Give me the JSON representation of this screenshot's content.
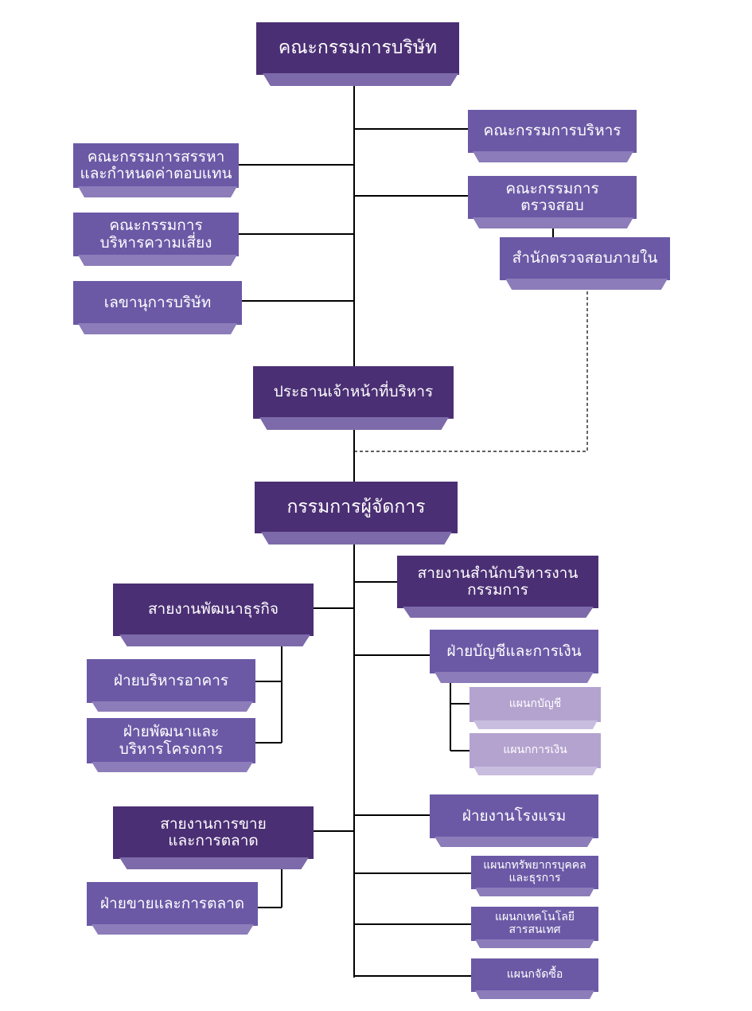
{
  "colors": {
    "dark": "#4b2f74",
    "mid": "#6b59a6",
    "light": "#b4a3cf",
    "line": "#000000"
  },
  "nodes": {
    "board": "คณะกรรมการบริษัท",
    "executive_committee": "คณะกรรมการบริหาร",
    "nomination_committee": "คณะกรรมการสรรหา\nและกำหนดค่าตอบแทน",
    "audit_committee": "คณะกรรมการ\nตรวจสอบ",
    "internal_audit": "สำนักตรวจสอบภายใน",
    "risk_committee": "คณะกรรมการ\nบริหารความเสี่ยง",
    "secretary": "เลขานุการบริษัท",
    "ceo": "ประธานเจ้าหน้าที่บริหาร",
    "md": "กรรมการผู้จัดการ",
    "director_office": "สายงานสำนักบริหารงาน\nกรรมการ",
    "business_dev": "สายงานพัฒนาธุรกิจ",
    "accounting_finance": "ฝ่ายบัญชีและการเงิน",
    "building_mgmt": "ฝ่ายบริหารอาคาร",
    "accounting_dept": "แผนกบัญชี",
    "project_dev": "ฝ่ายพัฒนาและ\nบริหารโครงการ",
    "finance_dept": "แผนกการเงิน",
    "sales_marketing_line": "สายงานการขาย\nและการตลาด",
    "hotel": "ฝ่ายงานโรงแรม",
    "hr_dept": "แผนกทรัพยากรบุคคล\nและธุรการ",
    "sales_marketing_div": "ฝ่ายขายและการตลาด",
    "it_dept": "แผนกเทคโนโลยี\nสารสนเทศ",
    "purchasing_dept": "แผนกจัดซื้อ"
  }
}
